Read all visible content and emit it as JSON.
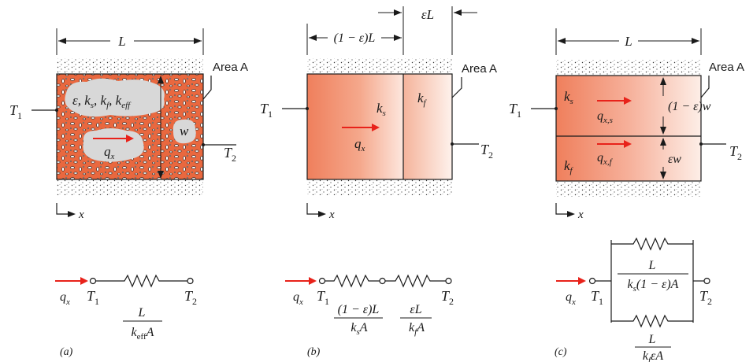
{
  "panel_a": {
    "caption": "(a)",
    "length_label": "L",
    "area_label": "Area A",
    "t1": "T",
    "t1_sub": "1",
    "t2": "T",
    "t2_sub": "2",
    "props": "ε, k",
    "props_s": "s",
    "props_mid": ", k",
    "props_f": "f",
    "props_end": ", k",
    "props_eff": "eff",
    "w_label": "w",
    "q": "q",
    "q_sub": "x",
    "x_label": "x",
    "circuit": {
      "q": "q",
      "q_sub": "x",
      "t1": "T",
      "t1_sub": "1",
      "t2": "T",
      "t2_sub": "2",
      "num": "L",
      "den": "k",
      "den_sub": "eff",
      "den_end": "A"
    }
  },
  "panel_b": {
    "caption": "(b)",
    "eps_l": "εL",
    "one_minus_l": "(1 − ε)L",
    "area_label": "Area A",
    "t1": "T",
    "t1_sub": "1",
    "t2": "T",
    "t2_sub": "2",
    "ks": "k",
    "ks_sub": "s",
    "kf": "k",
    "kf_sub": "f",
    "q": "q",
    "q_sub": "x",
    "x_label": "x",
    "circuit": {
      "q": "q",
      "q_sub": "x",
      "t1": "T",
      "t1_sub": "1",
      "t2": "T",
      "t2_sub": "2",
      "r1_num": "(1 − ε)L",
      "r1_den": "k",
      "r1_den_sub": "s",
      "r1_den_end": "A",
      "r2_num": "εL",
      "r2_den": "k",
      "r2_den_sub": "f",
      "r2_den_end": "A"
    }
  },
  "panel_c": {
    "caption": "(c)",
    "length_label": "L",
    "area_label": "Area A",
    "t1": "T",
    "t1_sub": "1",
    "t2": "T",
    "t2_sub": "2",
    "ks": "k",
    "ks_sub": "s",
    "kf": "k",
    "kf_sub": "f",
    "qs": "q",
    "qs_sub": "x,s",
    "qf": "q",
    "qf_sub": "x,f",
    "one_minus_w": "(1 − ε)w",
    "eps_w": "εw",
    "x_label": "x",
    "circuit": {
      "q": "q",
      "q_sub": "x",
      "t1": "T",
      "t1_sub": "1",
      "t2": "T",
      "t2_sub": "2",
      "r1_num": "L",
      "r1_den": "k",
      "r1_den_sub": "s",
      "r1_den_end": "(1 − ε)A",
      "r2_num": "L",
      "r2_den": "k",
      "r2_den_sub": "f",
      "r2_den_end": "εA"
    }
  }
}
